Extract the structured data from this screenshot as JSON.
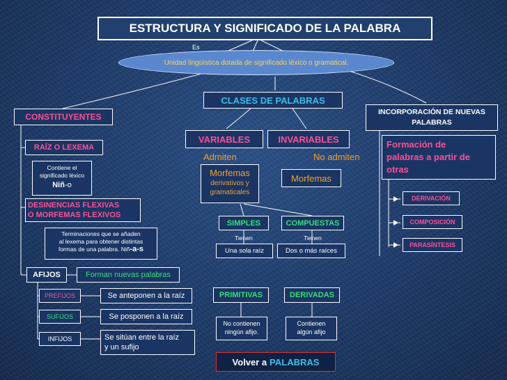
{
  "title": "ESTRUCTURA Y SIGNIFICADO DE LA PALABRA",
  "es_label": "Es",
  "definition": "Unidad lingüística dotada de significado léxico o gramatical.",
  "clases": "CLASES DE PALABRAS",
  "constituyentes": "CONSTITUYENTES",
  "raiz": "RAÍZ O LEXEMA",
  "raiz_desc": [
    "Contiene el",
    "significado léxico"
  ],
  "raiz_ex": "Niñ",
  "raiz_ex_suffix": "-o",
  "desinencias": [
    "DESINENCIAS FLEXIVAS",
    "O MORFEMAS FLEXIVOS"
  ],
  "desinencias_desc": [
    "Terminaciones que se añaden",
    "al lexema para obtener distintas",
    "formas de una palabra. Niñ"
  ],
  "desinencias_ex_suffix": "-a-s",
  "afijos": "AFIJOS",
  "afijos_desc": "Forman nuevas palabras",
  "prefijos": "PREFIJOS",
  "prefijos_desc": "Se anteponen a la raíz",
  "sufijos": "SUFIJOS",
  "sufijos_desc": "Se posponen a la raíz",
  "infijos": "INFIJOS",
  "infijos_desc": [
    "Se sitúan entre la raíz",
    "y un sufijo"
  ],
  "variables": "VARIABLES",
  "invariables": "INVARIABLES",
  "admiten": "Admiten",
  "no_admiten": "No admiten",
  "morfemas_var": "Morfemas",
  "morfemas_var_desc": [
    "derivativos y",
    "gramaticales"
  ],
  "morfemas_inv": "Morfemas",
  "simples": "SIMPLES",
  "compuestas": "COMPUESTAS",
  "tienen_1": "Tienen",
  "tienen_2": "Tienen",
  "una_raiz": "Una sola raíz",
  "dos_raices": "Dos o más raíces",
  "primitivas": "PRIMITIVAS",
  "derivadas": "DERIVADAS",
  "primitivas_desc": [
    "No contienen",
    "ningún afijo."
  ],
  "derivadas_desc": [
    "Contienen",
    "algún afijo"
  ],
  "volver_prefix": "Volver a",
  "volver_link": "PALABRAS",
  "incorporacion": [
    "INCORPORACIÓN DE NUEVAS",
    "PALABRAS"
  ],
  "formacion": [
    "Formación de",
    "palabras a partir de",
    "otras"
  ],
  "derivacion": "DERIVACIÓN",
  "composicion": "COMPOSICIÓN",
  "parasintesis": "PARASÍNTESIS",
  "colors": {
    "pink": "#ff4f95",
    "green": "#33e07a",
    "cyan": "#39c0e8",
    "orange": "#f0a030",
    "red": "#e0302a"
  }
}
